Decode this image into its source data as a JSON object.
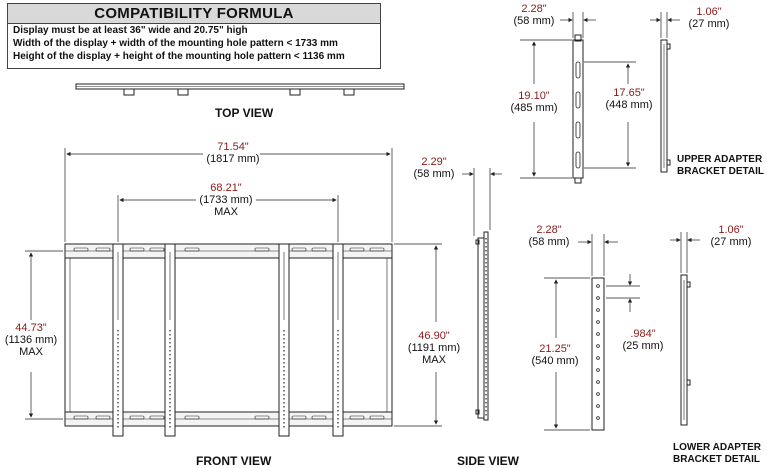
{
  "formula": {
    "title": "COMPATIBILITY FORMULA",
    "lines": [
      "Display must be at least 36\" wide and 20.75\" high",
      "Width of the display + width of the mounting hole pattern < 1733 mm",
      "Height of the display + height of the mounting hole pattern < 1136 mm"
    ]
  },
  "views": {
    "top": "TOP VIEW",
    "front": "FRONT VIEW",
    "side": "SIDE VIEW",
    "upper_detail": [
      "UPPER ADAPTER",
      "BRACKET DETAIL"
    ],
    "lower_detail": [
      "LOWER ADAPTER",
      "BRACKET DETAIL"
    ]
  },
  "dimensions": {
    "front_width": {
      "in": "71.54\"",
      "mm": "(1817 mm)"
    },
    "front_hole_width": {
      "in": "68.21\"",
      "mm": "(1733 mm)",
      "note": "MAX"
    },
    "front_hole_height": {
      "in": "44.73\"",
      "mm": "(1136 mm)",
      "note": "MAX"
    },
    "front_height": {
      "in": "46.90\"",
      "mm": "(1191 mm)",
      "note": "MAX"
    },
    "side_depth": {
      "in": "2.29\"",
      "mm": "(58 mm)"
    },
    "upper_width": {
      "in": "2.28\"",
      "mm": "(58 mm)"
    },
    "upper_depth": {
      "in": "1.06\"",
      "mm": "(27 mm)"
    },
    "upper_length": {
      "in": "19.10\"",
      "mm": "(485 mm)"
    },
    "upper_slot": {
      "in": "17.65\"",
      "mm": "(448 mm)"
    },
    "lower_width": {
      "in": "2.28\"",
      "mm": "(58 mm)"
    },
    "lower_depth": {
      "in": "1.06\"",
      "mm": "(27 mm)"
    },
    "lower_length": {
      "in": "21.25\"",
      "mm": "(540 mm)"
    },
    "lower_pitch": {
      "in": ".984\"",
      "mm": "(25 mm)"
    }
  },
  "colors": {
    "dimension_value": "#8b1a1a",
    "line": "#222222",
    "header": "#d9d9d9"
  }
}
